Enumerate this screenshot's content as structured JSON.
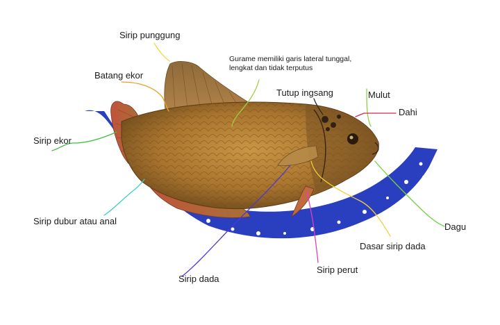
{
  "labels": {
    "sirip_punggung": "Sirip punggung",
    "batang_ekor": "Batang ekor",
    "garis_lateral_note": "Gurame memiliki garis lateral tunggal, lengkat dan tidak terputus",
    "tutup_insang": "Tutup ingsang",
    "mulut": "Mulut",
    "dahi": "Dahi",
    "sirip_ekor": "Sirip ekor",
    "sirip_dubur": "Sirip dubur atau anal",
    "dagu": "Dagu",
    "dasar_sirip_dada": "Dasar sirip dada",
    "sirip_perut": "Sirip perut",
    "sirip_dada": "Sirip dada"
  },
  "colors": {
    "background": "#ffffff",
    "base_blue": "#2a3fc0",
    "fish_body": "#a8742e",
    "fin": "#b45a30",
    "leader_sirip_punggung": "#e6e040",
    "leader_batang_ekor": "#e8a030",
    "leader_garis_lateral": "#9ed040",
    "leader_tutup_insang": "#2a2a2a",
    "leader_mulut": "#8ad24a",
    "leader_dahi": "#d02a4a",
    "leader_sirip_ekor": "#3ec03e",
    "leader_sirip_dubur": "#3ad0c8",
    "leader_dagu": "#74d040",
    "leader_dasar_sirip_dada": "#f0d040",
    "leader_sirip_perut": "#e040c0",
    "leader_sirip_dada": "#4a3ad0"
  }
}
